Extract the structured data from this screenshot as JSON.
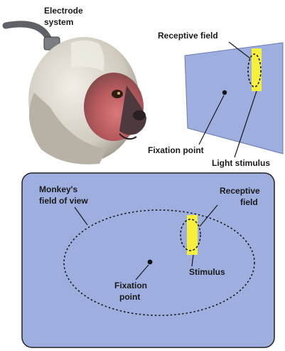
{
  "top_labels": {
    "electrode_line1": "Electrode",
    "electrode_line2": "system",
    "receptive_field": "Receptive field",
    "fixation_point": "Fixation point",
    "light_stimulus": "Light stimulus"
  },
  "bottom_labels": {
    "field_of_view_line1": "Monkey's",
    "field_of_view_line2": "field of view",
    "receptive_line1": "Receptive",
    "receptive_line2": "field",
    "stimulus": "Stimulus",
    "fixation_line1": "Fixation",
    "fixation_line2": "point"
  },
  "colors": {
    "screen": "#9eaede",
    "stimulus": "#f6f03a",
    "outline": "#1a1a1a"
  }
}
